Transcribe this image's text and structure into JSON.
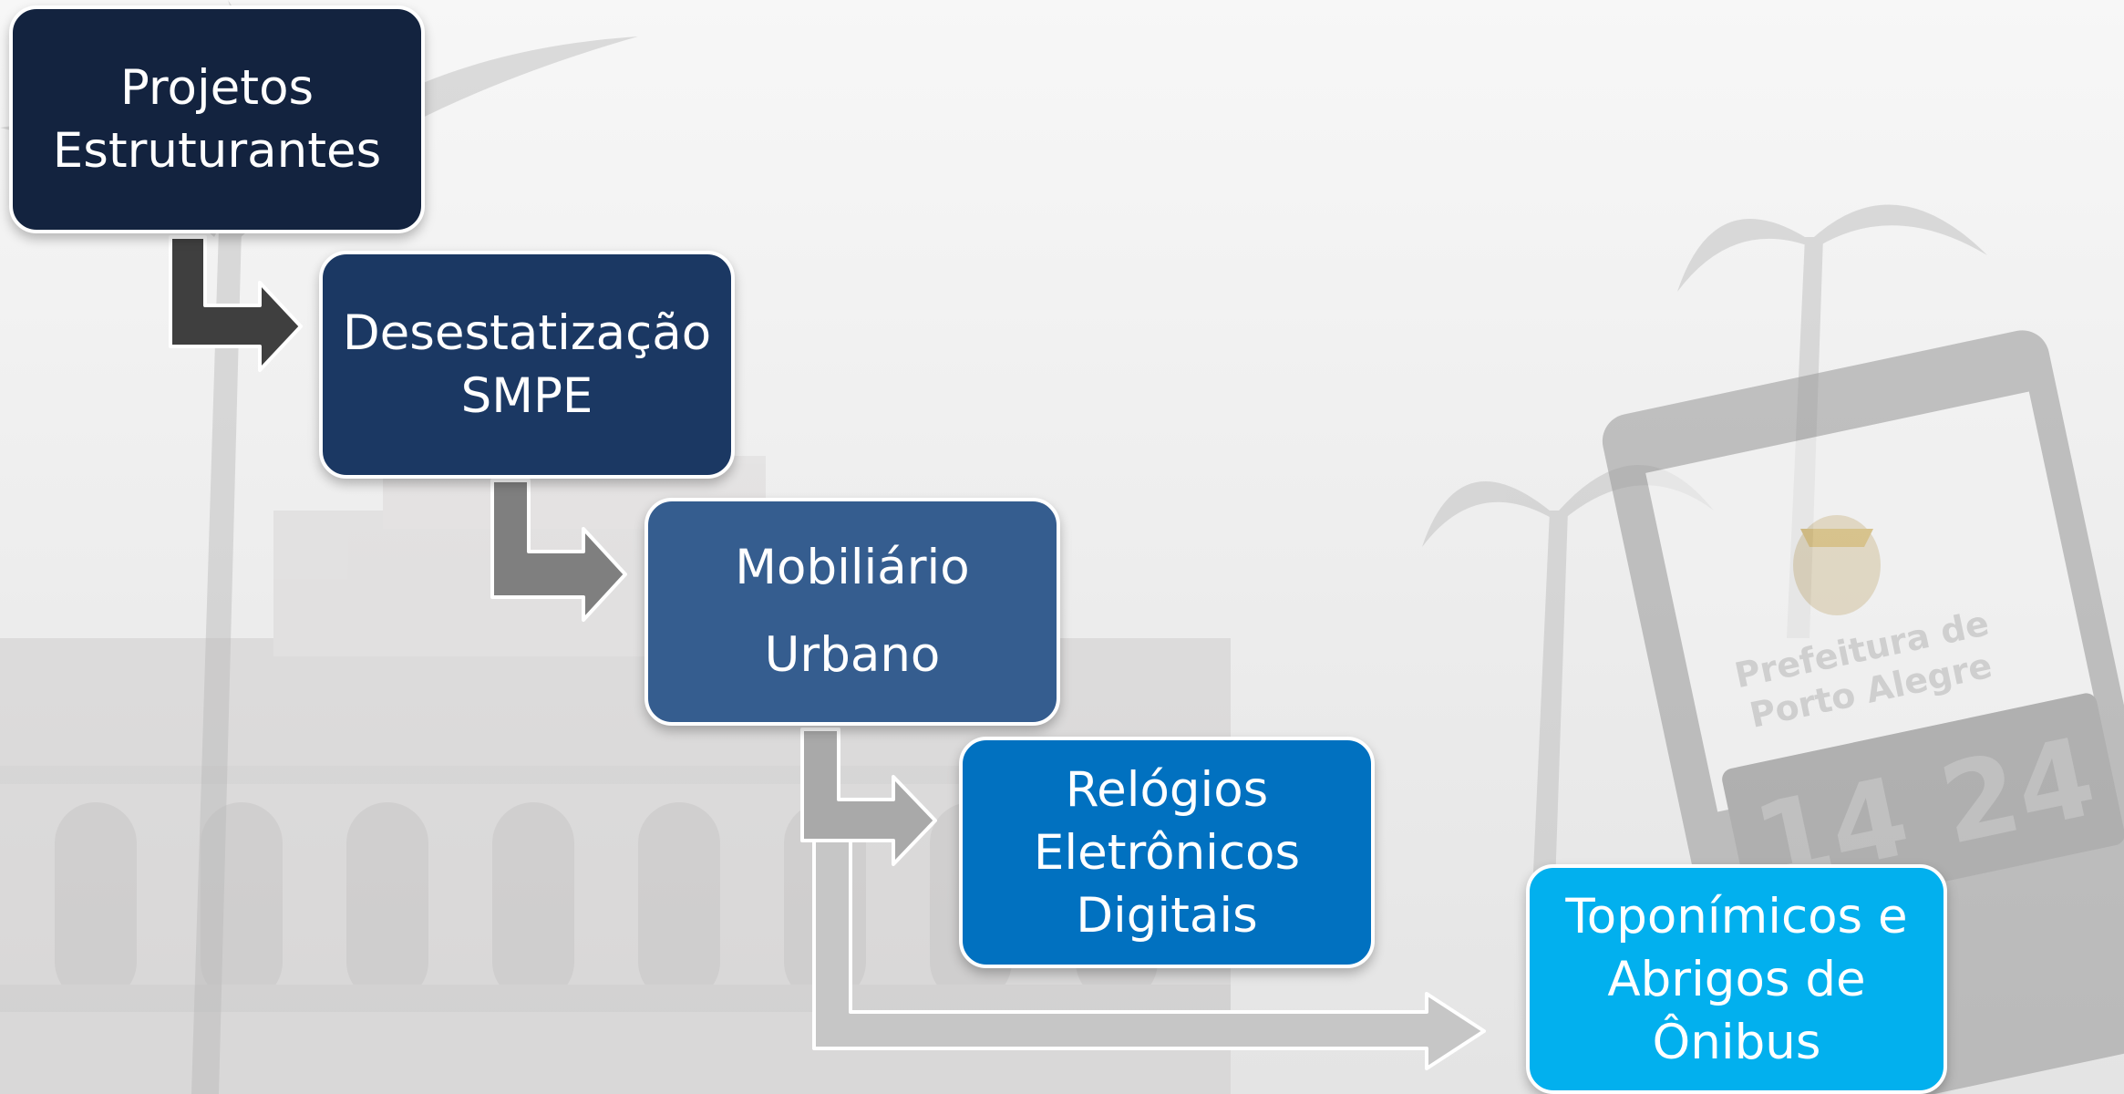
{
  "background": {
    "sign_text_line1": "Prefeitura de",
    "sign_text_line2": "Porto Alegre",
    "sign_number": "14 24"
  },
  "steps": [
    {
      "id": "projetos",
      "lines": [
        "Projetos",
        "Estruturantes"
      ],
      "color": "#13233f"
    },
    {
      "id": "desestatizacao",
      "lines": [
        "Desestatização",
        "SMPE"
      ],
      "color": "#1b3863"
    },
    {
      "id": "mobiliario",
      "lines": [
        "Mobiliário",
        "Urbano"
      ],
      "color": "#355d8f"
    },
    {
      "id": "relogios",
      "lines": [
        "Relógios",
        "Eletrônicos",
        "Digitais"
      ],
      "color": "#0171c0"
    },
    {
      "id": "toponimicos",
      "lines": [
        "Toponímicos e",
        "Abrigos de",
        "Ônibus"
      ],
      "color": "#02b0ee"
    }
  ],
  "connector_colors": [
    "#3f3f3f",
    "#7f7f7f",
    "#a9a9a9",
    "#c6c6c6"
  ]
}
